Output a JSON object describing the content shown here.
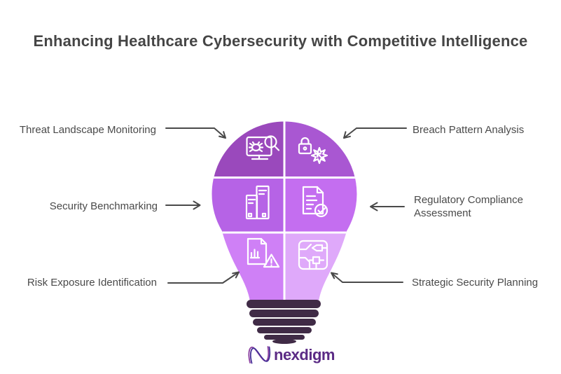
{
  "title": {
    "text": "Enhancing Healthcare Cybersecurity with Competitive Intelligence",
    "color": "#454545"
  },
  "bulb": {
    "segments": [
      {
        "name": "threat-landscape-monitoring",
        "icon": "monitor-bug-search-icon",
        "color": "#9a49bc"
      },
      {
        "name": "breach-pattern-analysis",
        "icon": "lock-attack-cursor-icon",
        "color": "#a957d2"
      },
      {
        "name": "security-benchmarking",
        "icon": "buildings-comparison-icon",
        "color": "#b663e6"
      },
      {
        "name": "regulatory-compliance-assessment",
        "icon": "document-check-icon",
        "color": "#c46ef0"
      },
      {
        "name": "risk-exposure-identification",
        "icon": "report-warning-icon",
        "color": "#cf80f6"
      },
      {
        "name": "strategic-security-planning",
        "icon": "strategy-map-icon",
        "color": "#dfa9fa"
      }
    ],
    "base_color": "#402b46",
    "divider_color": "#ffffff"
  },
  "labels": [
    {
      "side": "left",
      "text": "Threat Landscape Monitoring"
    },
    {
      "side": "left",
      "text": "Security Benchmarking"
    },
    {
      "side": "left",
      "text": "Risk Exposure Identification"
    },
    {
      "side": "right",
      "text": "Breach Pattern Analysis"
    },
    {
      "side": "right",
      "text": "Regulatory Compliance Assessment"
    },
    {
      "side": "right",
      "text": "Strategic Security Planning"
    }
  ],
  "logo": {
    "text": "nexdigm",
    "wordmark_color": "#5b2b85",
    "mark_icon": "nexdigm-n-wave-icon"
  },
  "colors": {
    "background": "#ffffff",
    "arrow": "#4a4a4a",
    "label_text": "#4a4a4a",
    "icon_stroke": "#ffffff"
  }
}
